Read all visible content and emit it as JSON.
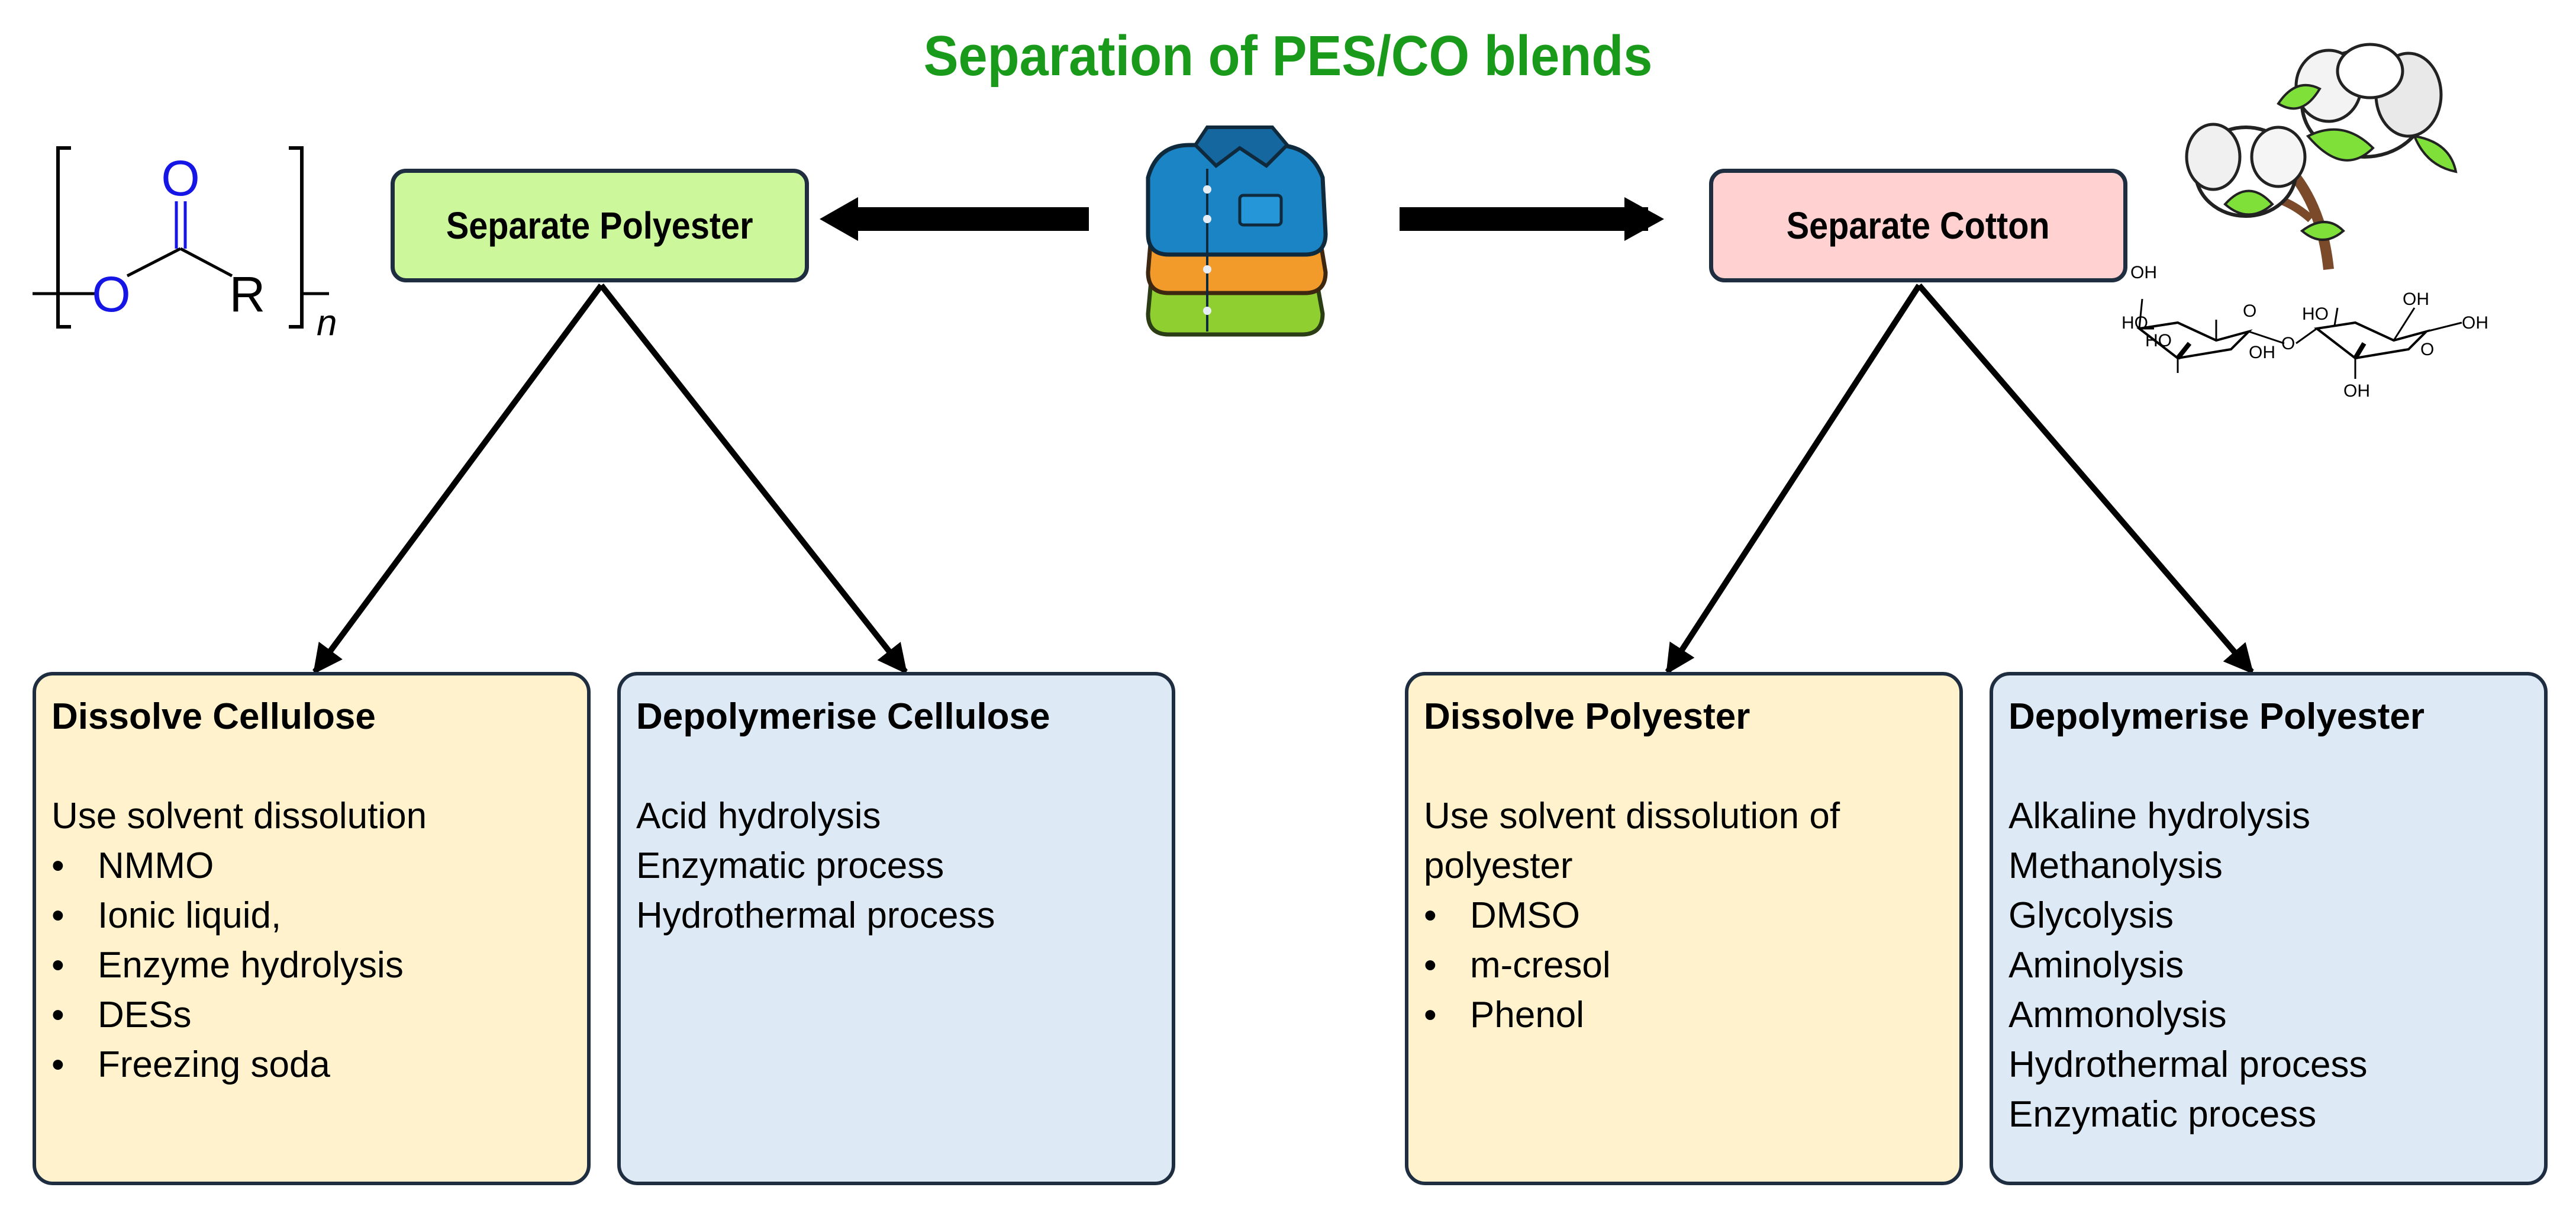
{
  "title": "Separation of PES/CO blends",
  "colors": {
    "title": "#1a9a1a",
    "polyester_box": "#ccf79a",
    "cotton_box": "#ffd1d1",
    "dissolve_box": "#fff2cc",
    "depolymerise_box": "#dde9f5",
    "border": "#1f2d40"
  },
  "polyester_structure": {
    "atom_o_top": "O",
    "atom_o_chain": "O",
    "atom_r": "R",
    "subscript": "n"
  },
  "cellobiose_labels": {
    "oh": "OH",
    "ho": "HO",
    "o": "O"
  },
  "icons": {
    "clothes": "folded-shirts-icon",
    "cotton": "cotton-plant-icon",
    "polyester_formula": "polyester-repeat-unit",
    "cellulose_formula": "cellobiose-structure"
  },
  "branches": {
    "polyester": {
      "label": "Separate Polyester",
      "methods": [
        {
          "heading": "Dissolve Cellulose",
          "intro": [
            "Use solvent dissolution"
          ],
          "bullets": [
            "NMMO",
            "Ionic liquid,",
            "Enzyme hydrolysis",
            "DESs",
            "Freezing soda"
          ]
        },
        {
          "heading": "Depolymerise Cellulose",
          "lines": [
            "Acid hydrolysis",
            "Enzymatic process",
            "Hydrothermal process"
          ]
        }
      ]
    },
    "cotton": {
      "label": "Separate Cotton",
      "methods": [
        {
          "heading": "Dissolve Polyester",
          "intro": [
            "Use solvent dissolution of",
            "polyester"
          ],
          "bullets": [
            "DMSO",
            "m-cresol",
            "Phenol"
          ]
        },
        {
          "heading": "Depolymerise Polyester",
          "lines": [
            "Alkaline hydrolysis",
            "Methanolysis",
            "Glycolysis",
            "Aminolysis",
            "Ammonolysis",
            "Hydrothermal process",
            "Enzymatic process"
          ]
        }
      ]
    }
  }
}
